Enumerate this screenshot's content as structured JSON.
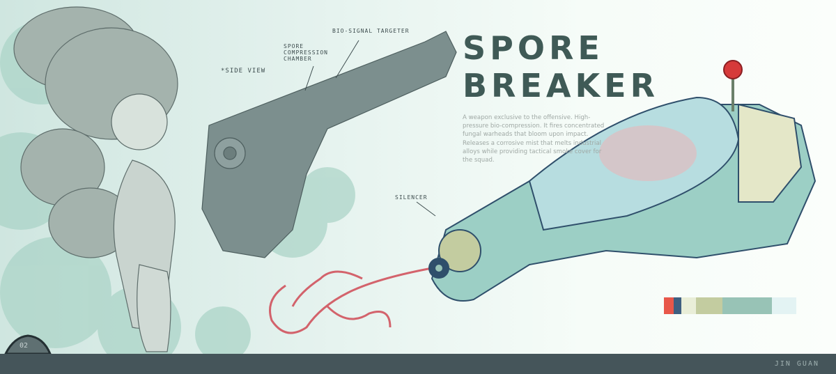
{
  "title": {
    "line1": "SPORE",
    "line2": "BREAKER"
  },
  "description": "A weapon exclusive to the offensive. High-pressure bio-compression. It fires concentrated fungal warheads that bloom upon impact. Releases a corrosive mist that melts industrial alloys while providing tactical smoke cover for the squad.",
  "labels": {
    "side_view": "*SIDE VIEW",
    "targeter": "BIO-SIGNAL TARGETER",
    "chamber": "SPORE COMPRESSION CHAMBER",
    "silencer": "SILENCER"
  },
  "palette": [
    "#e8574a",
    "#3f5f80",
    "#e9eed8",
    "#c3cca0",
    "#98c3b6",
    "#e3f3f3"
  ],
  "footer": {
    "page_number": "02",
    "author": "JIN GUAN"
  }
}
